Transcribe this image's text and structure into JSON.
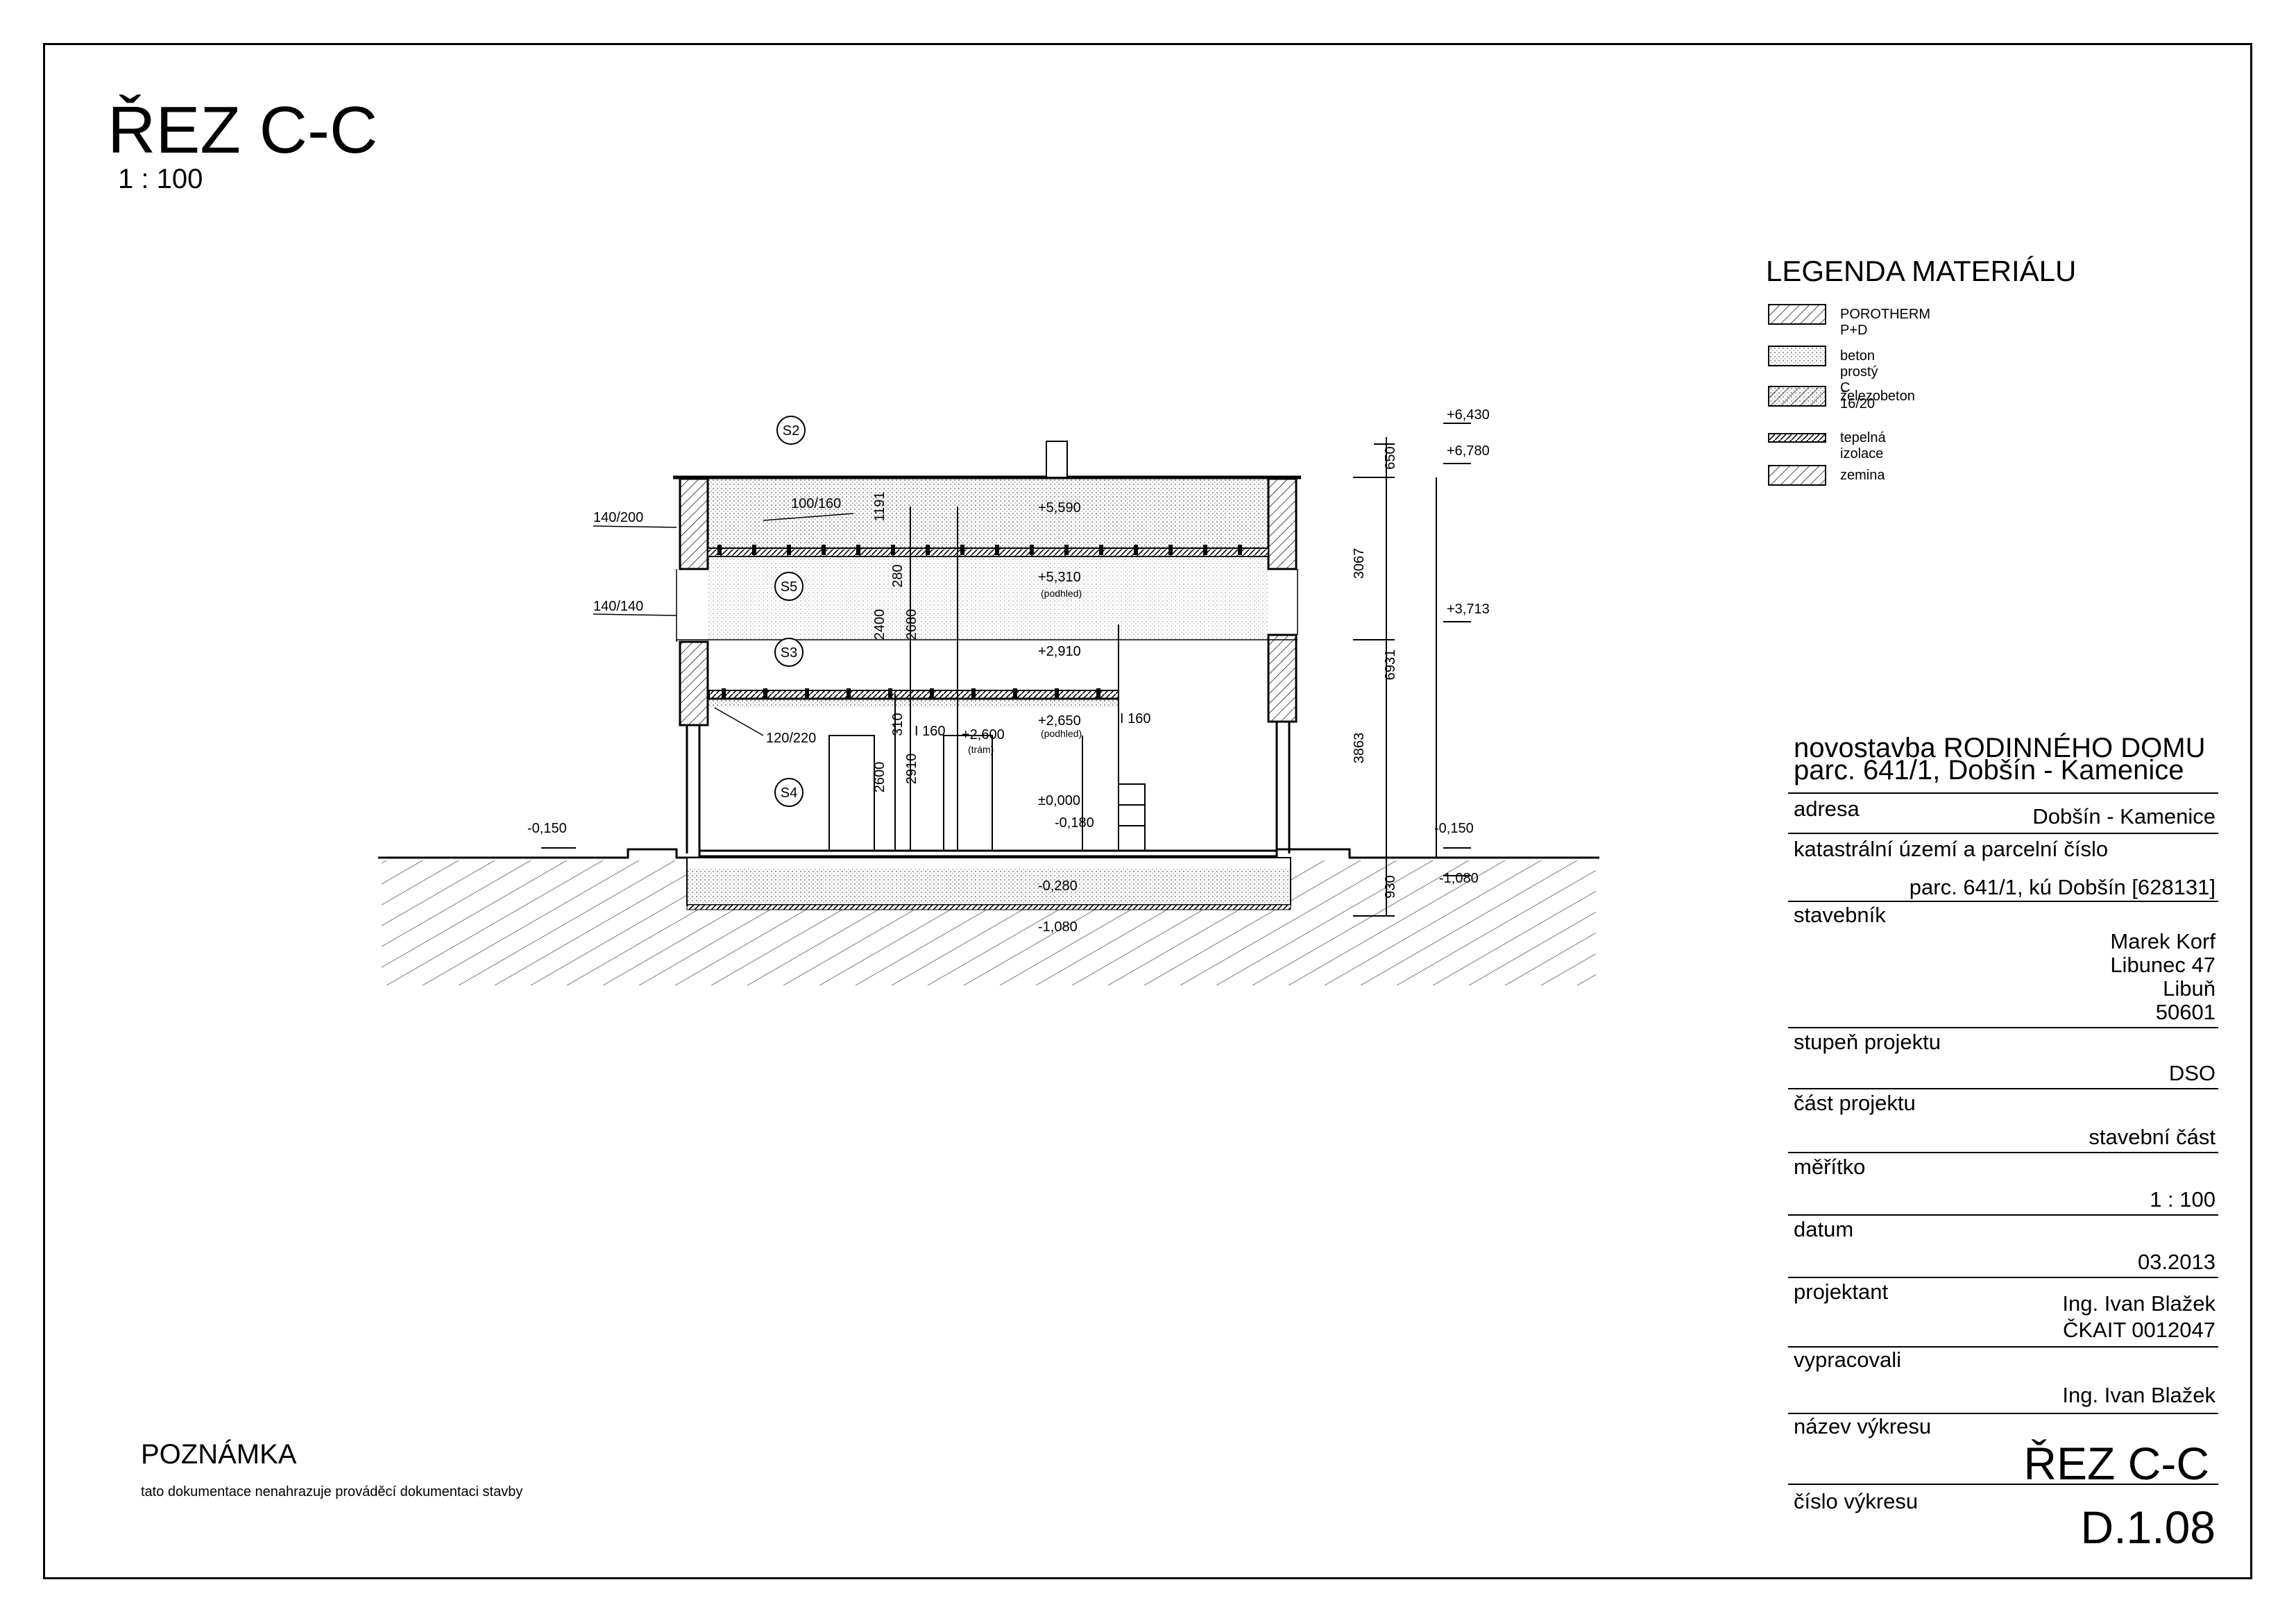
{
  "drawing": {
    "title": "ŘEZ C-C",
    "scale": "1 : 100"
  },
  "legend": {
    "title": "LEGENDA MATERIÁLU",
    "items": [
      {
        "label": "POROTHERM P+D"
      },
      {
        "label": "beton prostý C 16/20"
      },
      {
        "label": "železobeton"
      },
      {
        "label": "tepelná izolace"
      },
      {
        "label": "zemina"
      }
    ]
  },
  "section": {
    "markers": [
      "S2",
      "S5",
      "S3",
      "S4"
    ],
    "elevations": {
      "e6430": "+6,430",
      "e6780": "+6,780",
      "e3713": "+3,713",
      "e5590": "+5,590",
      "e5310": "+5,310",
      "e2910": "+2,910",
      "e2650": "+2,650",
      "e2600": "+2,600",
      "e0000": "±0,000",
      "em0180": "-0,180",
      "em0280": "-0,280",
      "em1080a": "-1,080",
      "em1080b": "-1,080",
      "em0150a": "-0,150",
      "em0150b": "-0,150"
    },
    "notes": {
      "podhled1": "(podhled)",
      "podhled2": "(podhled)",
      "tram": "(trám)"
    },
    "dims": {
      "d650": "650",
      "d3067": "3067",
      "d6931": "6931",
      "d3863": "3863",
      "d930": "930",
      "d1191": "1191",
      "d280": "280",
      "d2400": "2400",
      "d2680": "2680",
      "d310": "310",
      "d2910": "2910",
      "d2600": "2600"
    },
    "profiles": {
      "p100_160": "100/160",
      "p140_200": "140/200",
      "p140_140": "140/140",
      "p120_220": "120/220",
      "i160a": "I 160",
      "i160b": "I 160"
    }
  },
  "title_block": {
    "project_line1": "novostavba RODINNÉHO DOMU",
    "project_line2": "parc. 641/1, Dobšín - Kamenice",
    "address_label": "adresa",
    "address_value": "Dobšín - Kamenice",
    "cadastre_label": "katastrální území a parcelní číslo",
    "cadastre_value": "parc. 641/1, kú Dobšín [628131]",
    "builder_label": "stavebník",
    "builder_name": "Marek Korf",
    "builder_street": "Libunec 47",
    "builder_town": "Libuň",
    "builder_zip": "50601",
    "stage_label": "stupeň projektu",
    "stage_value": "DSO",
    "part_label": "část projektu",
    "part_value": "stavební část",
    "scale_label": "měřítko",
    "scale_value": "1 : 100",
    "date_label": "datum",
    "date_value": "03.2013",
    "designer_label": "projektant",
    "designer_name": "Ing. Ivan Blažek",
    "designer_id": "ČKAIT 0012047",
    "prepared_label": "vypracovali",
    "prepared_value": "Ing. Ivan Blažek",
    "drawing_name_label": "název výkresu",
    "drawing_name_value": "ŘEZ C-C",
    "drawing_number_label": "číslo výkresu",
    "drawing_number_value": "D.1.08"
  },
  "note": {
    "title": "POZNÁMKA",
    "text": "tato dokumentace nenahrazuje prováděcí dokumentaci stavby"
  }
}
